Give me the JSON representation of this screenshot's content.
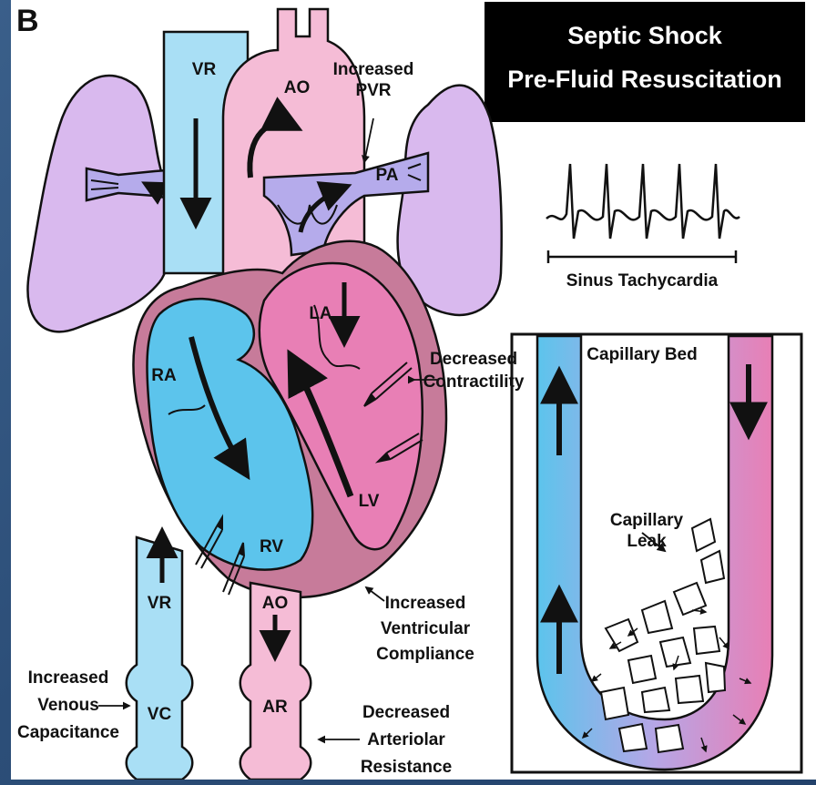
{
  "figure": {
    "panel_letter": "B",
    "title_line1": "Septic Shock",
    "title_line2": "Pre-Fluid Resuscitation",
    "ecg_label": "Sinus Tachycardia",
    "labels": {
      "vr_top": "VR",
      "ao_top": "AO",
      "pvr_line1": "Increased",
      "pvr_line2": "PVR",
      "pa": "PA",
      "la": "LA",
      "ra": "RA",
      "lv": "LV",
      "rv": "RV",
      "contractility_line1": "Decreased",
      "contractility_line2": "Contractility",
      "compliance_line1": "Increased",
      "compliance_line2": "Ventricular",
      "compliance_line3": "Compliance",
      "vr_bottom": "VR",
      "ao_bottom": "AO",
      "vc": "VC",
      "ar": "AR",
      "venous_line1": "Increased",
      "venous_line2": "Venous",
      "venous_line3": "Capacitance",
      "arteriolar_line1": "Decreased",
      "arteriolar_line2": "Arteriolar",
      "arteriolar_line3": "Resistance",
      "capillary_bed": "Capillary Bed",
      "leak_line1": "Capillary",
      "leak_line2": "Leak"
    },
    "colors": {
      "venous_blue": "#a9dff5",
      "heart_blue": "#5cc4ec",
      "arterial_pink": "#f5bcd6",
      "heart_pink": "#e87fb5",
      "pulmonary_purple": "#b5abeb",
      "lung_lilac": "#d9b9ee",
      "myocardium": "#c77b9a",
      "title_bg": "#000000"
    }
  }
}
